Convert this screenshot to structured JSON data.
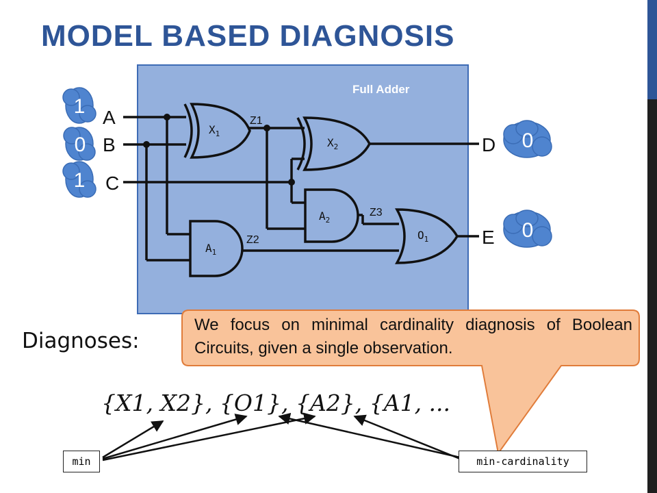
{
  "title": "MODEL BASED DIAGNOSIS",
  "circuit": {
    "label": "Full Adder",
    "inputs": [
      {
        "name": "A",
        "value": "1"
      },
      {
        "name": "B",
        "value": "0"
      },
      {
        "name": "C",
        "value": "1"
      }
    ],
    "outputs": [
      {
        "name": "D",
        "value": "0"
      },
      {
        "name": "E",
        "value": "0"
      }
    ],
    "gates": [
      "X1",
      "X2",
      "A1",
      "A2",
      "O1"
    ],
    "wires": [
      "Z1",
      "Z2",
      "Z3"
    ]
  },
  "diagnoses_label": "Diagnoses:",
  "diagnoses": "{X1, X2}, {O1}, {A2}, {A1, ...",
  "callout": "We focus on minimal cardinality diagnosis of Boolean Circuits, given a single observation.",
  "tags": {
    "min": "min",
    "min_cardinality": "min-cardinality"
  },
  "colors": {
    "title": "#2e5597",
    "panel": "#94b0dd",
    "panel_border": "#3d6bb5",
    "cloud": "#4f84cf",
    "callout": "#f9c39a",
    "callout_border": "#e07c3a"
  }
}
